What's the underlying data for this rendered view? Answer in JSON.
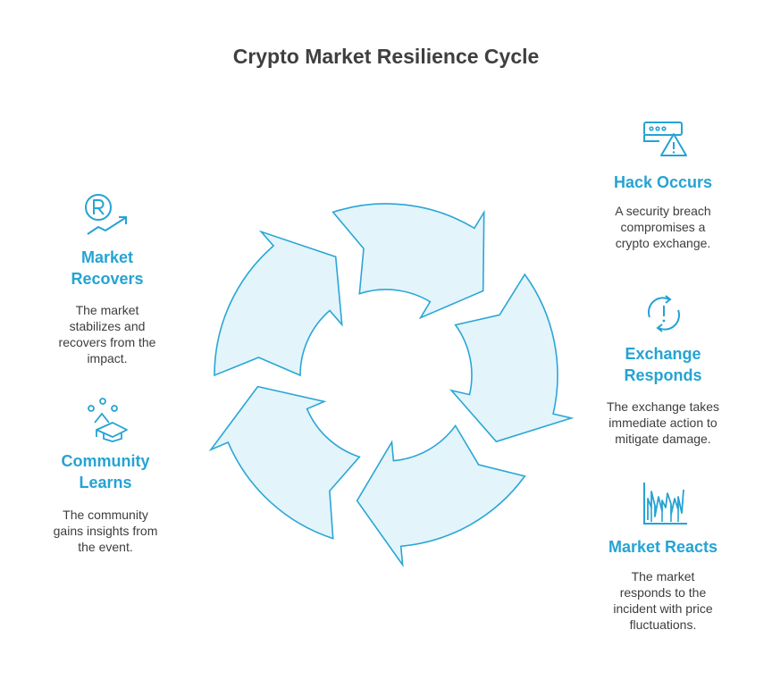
{
  "title": "Crypto Market Resilience Cycle",
  "colors": {
    "accent": "#25a3d4",
    "ring_fill": "#e3f4fb",
    "ring_stroke": "#2aa6d6",
    "text": "#3d3d3d"
  },
  "steps": [
    {
      "heading_lines": [
        "Hack Occurs"
      ],
      "desc_lines": [
        "A security breach",
        "compromises a",
        "crypto exchange."
      ],
      "icon": "server-warning-icon"
    },
    {
      "heading_lines": [
        "Exchange",
        "Responds"
      ],
      "desc_lines": [
        "The exchange takes",
        "immediate action to",
        "mitigate damage."
      ],
      "icon": "alert-refresh-icon"
    },
    {
      "heading_lines": [
        "Market Reacts"
      ],
      "desc_lines": [
        "The market",
        "responds to the",
        "incident with price",
        "fluctuations."
      ],
      "icon": "price-chart-icon"
    },
    {
      "heading_lines": [
        "Community",
        "Learns"
      ],
      "desc_lines": [
        "The community",
        "gains insights from",
        "the event."
      ],
      "icon": "graduation-cap-icon"
    },
    {
      "heading_lines": [
        "Market",
        "Recovers"
      ],
      "desc_lines": [
        "The market",
        "stabilizes and",
        "recovers from the",
        "impact."
      ],
      "icon": "coin-growth-icon"
    }
  ]
}
